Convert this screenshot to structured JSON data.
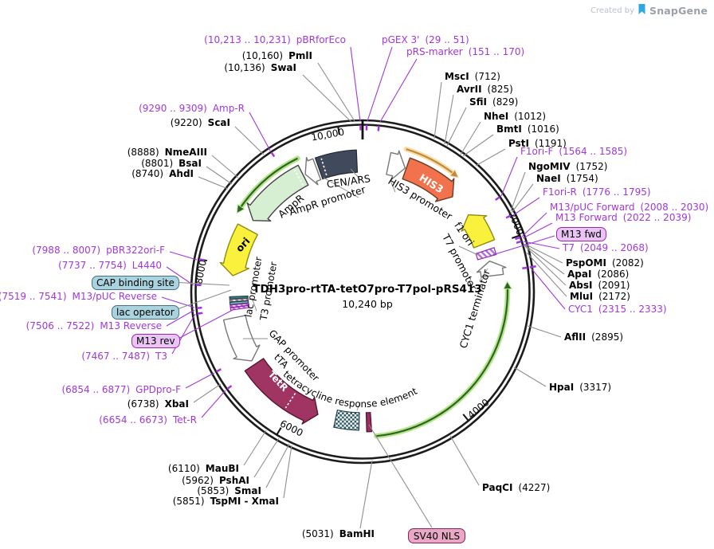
{
  "brand": {
    "created_by": "Created by",
    "name": "SnapGene"
  },
  "plasmid": {
    "title": "TDH3pro-rtTA-tetO7pro-T7pol-pRS413",
    "size": "10,240 bp"
  },
  "tick_labels": {
    "t10000": "10,000",
    "t2000": "2000",
    "t4000": "4000",
    "t6000": "6000",
    "t8000": "8000"
  },
  "feature_labels": {
    "ampr": "AmpR",
    "ampr_promoter": "AmpR promoter",
    "cen_ars": "CEN/ARS",
    "his3": "HIS3",
    "his3_promoter": "HIS3 promoter",
    "f1_ori": "f1 ori",
    "t7_promoter": "T7 promoter",
    "cyc1_terminator": "CYC1 terminator",
    "ori": "ori",
    "lac_promoter": "lac promoter",
    "t3_promoter": "T3 promoter",
    "gap_promoter": "GAP promoter",
    "tta": "tTA",
    "tre": "tetracycline response element",
    "tetr": "TetR"
  },
  "boxed_labels": [
    {
      "text": "M13 fwd"
    },
    {
      "text": "CAP binding site"
    },
    {
      "text": "lac operator"
    },
    {
      "text": "M13 rev"
    },
    {
      "text": "SV40 NLS"
    }
  ],
  "sites": [
    {
      "name": "pBRforEco",
      "pos": "(10,213 .. 10,231)",
      "type": "primer"
    },
    {
      "name": "PmlI",
      "pos": "(10,160)",
      "type": "enzyme"
    },
    {
      "name": "SwaI",
      "pos": "(10,136)",
      "type": "enzyme"
    },
    {
      "name": "pGEX 3'",
      "pos": "(29 .. 51)",
      "type": "primer"
    },
    {
      "name": "pRS-marker",
      "pos": "(151 .. 170)",
      "type": "primer"
    },
    {
      "name": "MscI",
      "pos": "(712)",
      "type": "enzyme"
    },
    {
      "name": "AvrII",
      "pos": "(825)",
      "type": "enzyme"
    },
    {
      "name": "SfiI",
      "pos": "(829)",
      "type": "enzyme"
    },
    {
      "name": "NheI",
      "pos": "(1012)",
      "type": "enzyme"
    },
    {
      "name": "BmtI",
      "pos": "(1016)",
      "type": "enzyme"
    },
    {
      "name": "PstI",
      "pos": "(1191)",
      "type": "enzyme"
    },
    {
      "name": "F1ori-F",
      "pos": "(1564 .. 1585)",
      "type": "primer"
    },
    {
      "name": "NgoMIV",
      "pos": "(1752)",
      "type": "enzyme"
    },
    {
      "name": "NaeI",
      "pos": "(1754)",
      "type": "enzyme"
    },
    {
      "name": "F1ori-R",
      "pos": "(1776 .. 1795)",
      "type": "primer"
    },
    {
      "name": "M13/pUC Forward",
      "pos": "(2008 .. 2030)",
      "type": "primer"
    },
    {
      "name": "M13 Forward",
      "pos": "(2022 .. 2039)",
      "type": "primer"
    },
    {
      "name": "T7",
      "pos": "(2049 .. 2068)",
      "type": "primer"
    },
    {
      "name": "PspOMI",
      "pos": "(2082)",
      "type": "enzyme"
    },
    {
      "name": "ApaI",
      "pos": "(2086)",
      "type": "enzyme"
    },
    {
      "name": "AbsI",
      "pos": "(2091)",
      "type": "enzyme"
    },
    {
      "name": "MluI",
      "pos": "(2172)",
      "type": "enzyme"
    },
    {
      "name": "CYC1",
      "pos": "(2315 .. 2333)",
      "type": "primer"
    },
    {
      "name": "AflII",
      "pos": "(2895)",
      "type": "enzyme"
    },
    {
      "name": "HpaI",
      "pos": "(3317)",
      "type": "enzyme"
    },
    {
      "name": "PaqCI",
      "pos": "(4227)",
      "type": "enzyme"
    },
    {
      "name": "BamHI",
      "pos": "(5031)",
      "type": "enzyme"
    },
    {
      "name": "MauBI",
      "pos": "(6110)",
      "type": "enzyme"
    },
    {
      "name": "PshAI",
      "pos": "(5962)",
      "type": "enzyme"
    },
    {
      "name": "SmaI",
      "pos": "(5853)",
      "type": "enzyme"
    },
    {
      "name": "TspMI  - XmaI",
      "pos": "(5851)",
      "type": "enzyme"
    },
    {
      "name": "Tet-R",
      "pos": "(6654 .. 6673)",
      "type": "primer"
    },
    {
      "name": "XbaI",
      "pos": "(6738)",
      "type": "enzyme"
    },
    {
      "name": "GPDpro-F",
      "pos": "(6854 .. 6877)",
      "type": "primer"
    },
    {
      "name": "T3",
      "pos": "(7467 .. 7487)",
      "type": "primer"
    },
    {
      "name": "M13 Reverse",
      "pos": "(7506 .. 7522)",
      "type": "primer"
    },
    {
      "name": "M13/pUC Reverse",
      "pos": "(7519 .. 7541)",
      "type": "primer"
    },
    {
      "name": "L4440",
      "pos": "(7737 .. 7754)",
      "type": "primer"
    },
    {
      "name": "pBR322ori-F",
      "pos": "(7988 .. 8007)",
      "type": "primer"
    },
    {
      "name": "AhdI",
      "pos": "(8740)",
      "type": "enzyme"
    },
    {
      "name": "BsaI",
      "pos": "(8801)",
      "type": "enzyme"
    },
    {
      "name": "NmeAIII",
      "pos": "(8888)",
      "type": "enzyme"
    },
    {
      "name": "ScaI",
      "pos": "(9220)",
      "type": "enzyme"
    },
    {
      "name": "Amp-R",
      "pos": "(9290 .. 9309)",
      "type": "primer"
    }
  ],
  "colors": {
    "primer_purple": "#A137DB",
    "leader_gray": "#8f8f8f",
    "ring_black": "#1c1c1c",
    "his3_orange": "#F3724E",
    "amp_green": "#D6EFD2",
    "feature_yellow": "#FAF13C",
    "tetr_maroon": "#A03563",
    "cen_ars_slate": "#404A5C",
    "orf_green_core": "#2F6229",
    "orf_green_halo": "#B4E687",
    "orf_tan_core": "#BF8A3E",
    "orf_tan_halo": "#F6DFA8",
    "box_lavender": "#EBC4F6",
    "box_teal": "#A9D3DE",
    "box_pink": "#E9A8C6"
  }
}
